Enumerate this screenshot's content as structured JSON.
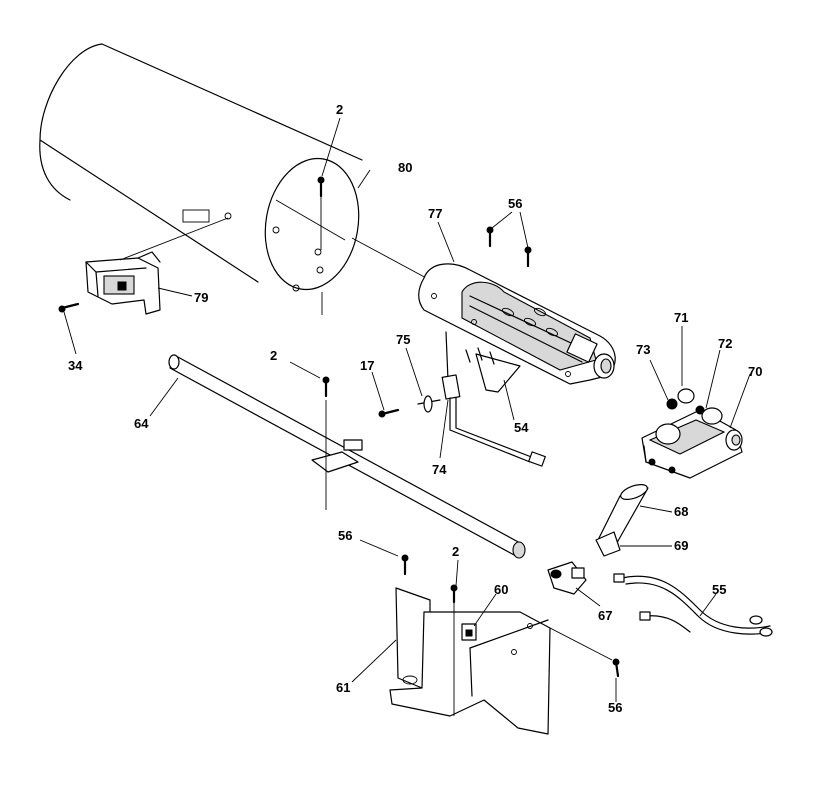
{
  "callouts": {
    "c2a": "2",
    "c80": "80",
    "c77": "77",
    "c56a": "56",
    "c79": "79",
    "c34": "34",
    "c2b": "2",
    "c75": "75",
    "c17": "17",
    "c64": "64",
    "c54": "54",
    "c74": "74",
    "c71": "71",
    "c73": "73",
    "c72": "72",
    "c70": "70",
    "c68": "68",
    "c69": "69",
    "c56b": "56",
    "c2c": "2",
    "c60": "60",
    "c67": "67",
    "c55": "55",
    "c61": "61",
    "c56c": "56"
  }
}
